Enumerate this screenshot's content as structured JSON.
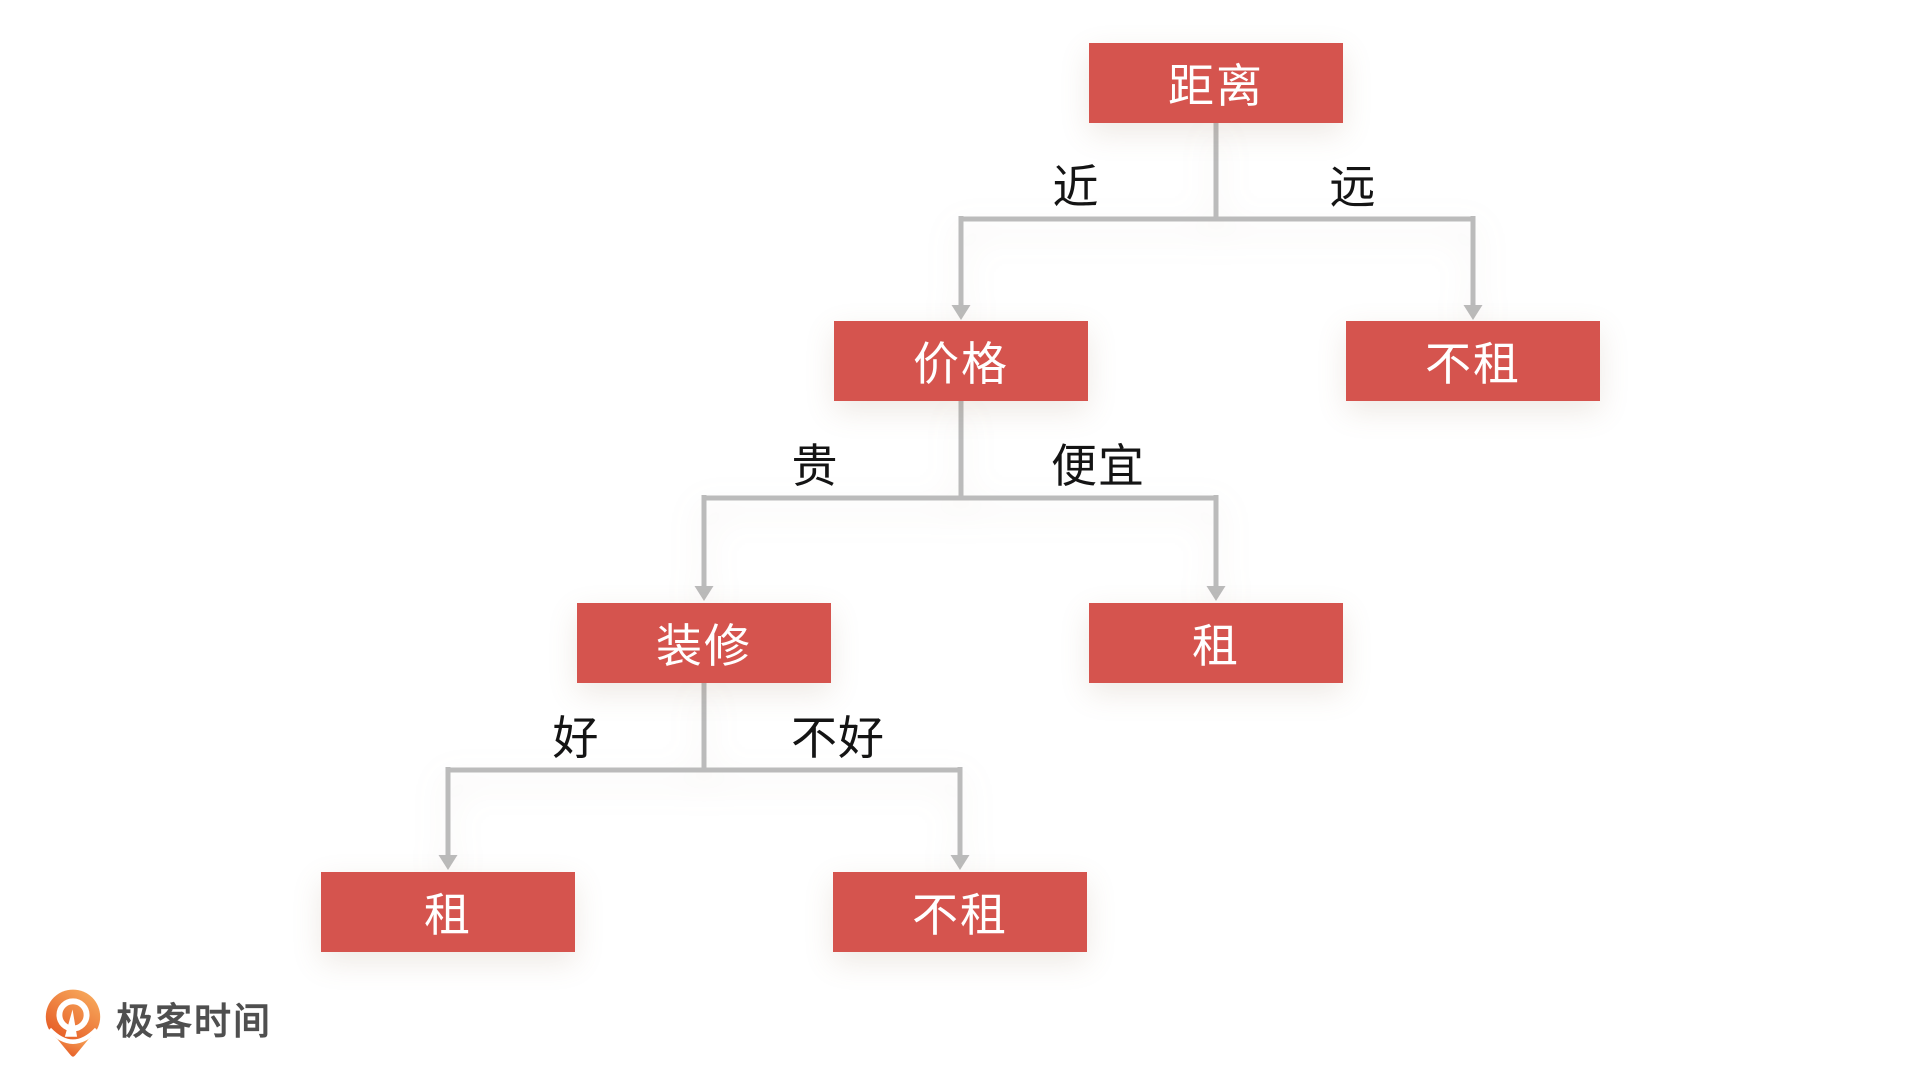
{
  "diagram": {
    "type": "decision-tree",
    "colors": {
      "node_fill": "#D5544E",
      "node_text": "#FFFFFF",
      "edge_line": "#BBBBBB",
      "edge_label_text": "#141414",
      "background": "#FFFFFF"
    },
    "nodes": [
      {
        "id": "distance",
        "label": "距离",
        "role": "decision"
      },
      {
        "id": "price",
        "label": "价格",
        "role": "decision"
      },
      {
        "id": "no-rent-far",
        "label": "不租",
        "role": "leaf"
      },
      {
        "id": "decoration",
        "label": "装修",
        "role": "decision"
      },
      {
        "id": "rent-cheap",
        "label": "租",
        "role": "leaf"
      },
      {
        "id": "rent-good",
        "label": "租",
        "role": "leaf"
      },
      {
        "id": "no-rent-bad",
        "label": "不租",
        "role": "leaf"
      }
    ],
    "edges": [
      {
        "from": "距离",
        "to": "价格",
        "label": "近"
      },
      {
        "from": "距离",
        "to": "不租",
        "label": "远"
      },
      {
        "from": "价格",
        "to": "装修",
        "label": "贵"
      },
      {
        "from": "价格",
        "to": "租",
        "label": "便宜"
      },
      {
        "from": "装修",
        "to": "租",
        "label": "好"
      },
      {
        "from": "装修",
        "to": "不租",
        "label": "不好"
      }
    ]
  },
  "branding": {
    "logo_text": "极客时间",
    "logo_icon": "geektime-pin-icon",
    "logo_text_color": "#4F4F4F",
    "logo_icon_colors": {
      "start": "#F8AC5E",
      "end": "#E45420"
    }
  }
}
